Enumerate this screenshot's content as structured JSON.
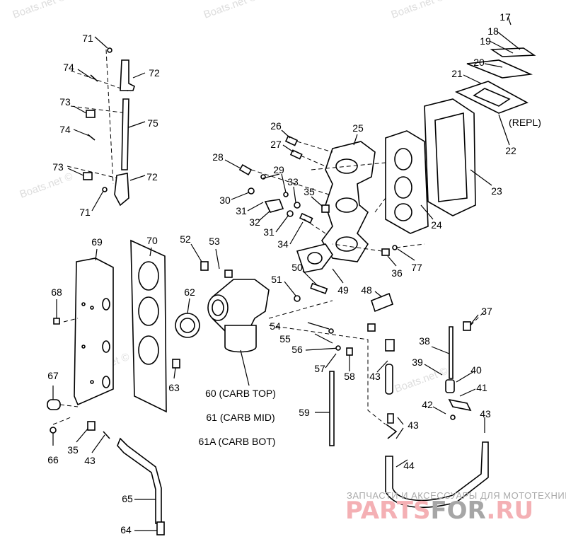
{
  "watermarks": {
    "boats": "Boats.net ©",
    "subtitle": "ЗАПЧАСТИ И АКСЕССУАРЫ ДЛЯ МОТОТЕХНИКИ",
    "logo_part1": "PARTS",
    "logo_part2": "FOR",
    "logo_part3": ".RU"
  },
  "callouts": {
    "c17": "17",
    "c18": "18",
    "c19": "19",
    "c20": "20",
    "c21": "21",
    "repl": "(REPL)",
    "c22": "22",
    "c23": "23",
    "c24": "24",
    "c25": "25",
    "c26": "26",
    "c27": "27",
    "c28": "28",
    "c29": "29",
    "c33": "33",
    "c35a": "35",
    "c30": "30",
    "c31a": "31",
    "c32": "32",
    "c31b": "31",
    "c34": "34",
    "c36": "36",
    "c77": "77",
    "c52": "52",
    "c53": "53",
    "c51": "51",
    "c50": "50",
    "c49": "49",
    "c48": "48",
    "c62": "62",
    "c37": "37",
    "c38": "38",
    "c39": "39",
    "c40": "40",
    "c41": "41",
    "c42": "42",
    "c43a": "43",
    "c43b": "43",
    "c43c": "43",
    "c43d": "43",
    "c44": "44",
    "c54": "54",
    "c55": "55",
    "c56": "56",
    "c57": "57",
    "c58": "58",
    "c59": "59",
    "c60": "60 (CARB TOP)",
    "c61": "61 (CARB MID)",
    "c61a": "61A (CARB BOT)",
    "c63": "63",
    "c67": "67",
    "c68": "68",
    "c69": "69",
    "c70": "70",
    "c71a": "71",
    "c74a": "74",
    "c72a": "72",
    "c73a": "73",
    "c75": "75",
    "c74b": "74",
    "c73b": "73",
    "c72b": "72",
    "c71b": "71",
    "c66": "66",
    "c35b": "35",
    "c65": "65",
    "c64": "64"
  }
}
